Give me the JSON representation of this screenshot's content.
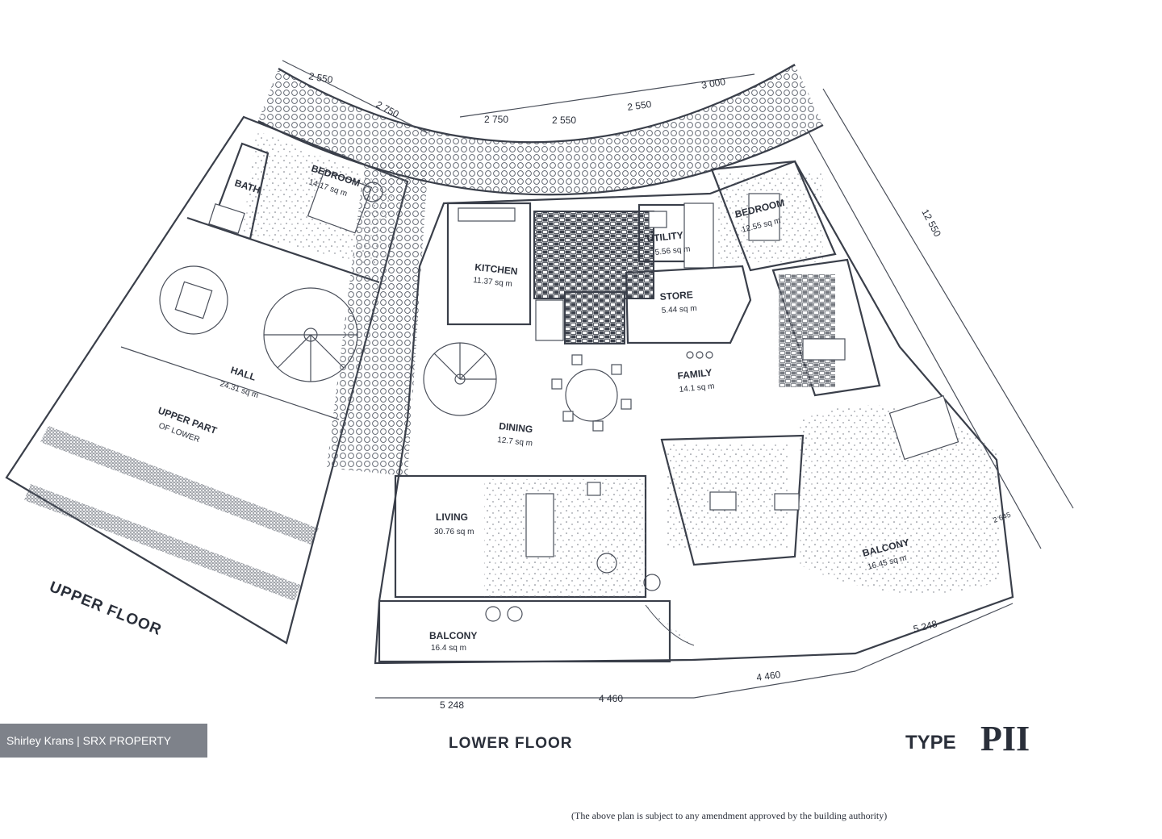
{
  "rooms_upper": [
    {
      "id": "bedroom-upper",
      "name": "BEDROOM",
      "area": "14.17 sq m"
    },
    {
      "id": "bath-upper",
      "name": "BATH",
      "area": ""
    },
    {
      "id": "hall",
      "name": "HALL",
      "area": "24.31 sq m"
    },
    {
      "id": "upper-part",
      "name": "UPPER PART",
      "area": "OF LOWER"
    }
  ],
  "rooms_lower": [
    {
      "id": "kitchen",
      "name": "KITCHEN",
      "area": "11.37 sq m"
    },
    {
      "id": "utility",
      "name": "UTILITY",
      "area": "5.56 sq m"
    },
    {
      "id": "store",
      "name": "STORE",
      "area": "5.44 sq m"
    },
    {
      "id": "bedroom-lower",
      "name": "BEDROOM",
      "area": "12.55 sq m"
    },
    {
      "id": "family",
      "name": "FAMILY",
      "area": "14.1 sq m"
    },
    {
      "id": "dining",
      "name": "DINING",
      "area": "12.7 sq m"
    },
    {
      "id": "living",
      "name": "LIVING",
      "area": "30.76 sq m"
    },
    {
      "id": "balcony-1",
      "name": "BALCONY",
      "area": "16.4 sq m"
    },
    {
      "id": "balcony-2",
      "name": "BALCONY",
      "area": "16.45 sq m"
    }
  ],
  "dimensions": {
    "top_left_a": "2 550",
    "top_left_b": "2 750",
    "top_1": "2 750",
    "top_2": "2 550",
    "top_3": "2 550",
    "top_4": "3 000",
    "side_right": "12 550",
    "bottom_1": "5 248",
    "bottom_2": "4 460",
    "bottom_3": "4 460",
    "bottom_4": "5 248",
    "small_right": "2 645"
  },
  "labels": {
    "upper_floor": "UPPER FLOOR",
    "lower_floor": "LOWER FLOOR",
    "type_word": "TYPE",
    "type_code": "PII"
  },
  "watermark": "Shirley Krans | SRX PROPERTY",
  "disclaimer": "(The above plan is subject to any amendment approved by the building authority)"
}
